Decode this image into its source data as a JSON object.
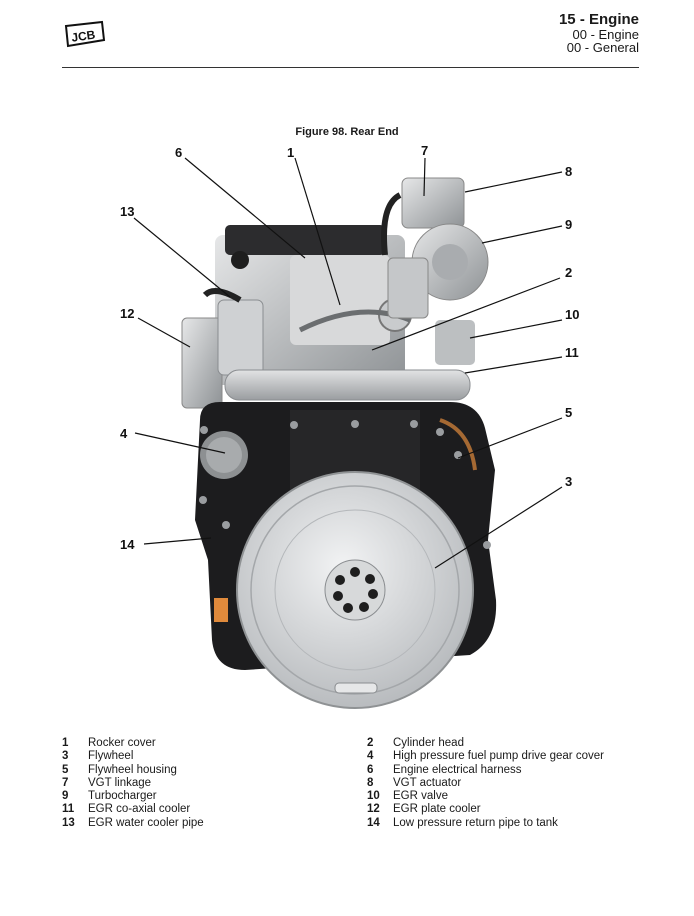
{
  "header": {
    "logo_text": "JCB",
    "section": "15 - Engine",
    "subsection": "00 - Engine",
    "topic": "00 - General"
  },
  "figure": {
    "title": "Figure 98. Rear End",
    "callouts": [
      "1",
      "2",
      "3",
      "4",
      "5",
      "6",
      "7",
      "8",
      "9",
      "10",
      "11",
      "12",
      "13",
      "14"
    ]
  },
  "legend": {
    "left": [
      {
        "num": "1",
        "text": "Rocker cover"
      },
      {
        "num": "3",
        "text": "Flywheel"
      },
      {
        "num": "5",
        "text": "Flywheel housing"
      },
      {
        "num": "7",
        "text": "VGT linkage"
      },
      {
        "num": "9",
        "text": "Turbocharger"
      },
      {
        "num": "11",
        "text": "EGR co-axial cooler"
      },
      {
        "num": "13",
        "text": "EGR water cooler pipe"
      }
    ],
    "right": [
      {
        "num": "2",
        "text": "Cylinder head"
      },
      {
        "num": "4",
        "text": "High pressure fuel pump drive gear cover"
      },
      {
        "num": "6",
        "text": "Engine electrical harness"
      },
      {
        "num": "8",
        "text": "VGT actuator"
      },
      {
        "num": "10",
        "text": "EGR valve"
      },
      {
        "num": "12",
        "text": "EGR plate cooler"
      },
      {
        "num": "14",
        "text": "Low pressure return pipe to tank"
      }
    ]
  },
  "colors": {
    "housing": "#1c1c1e",
    "flywheel": "#cfd1d3",
    "turbo": "#bfc2c4",
    "accent_orange": "#e08a3c"
  }
}
